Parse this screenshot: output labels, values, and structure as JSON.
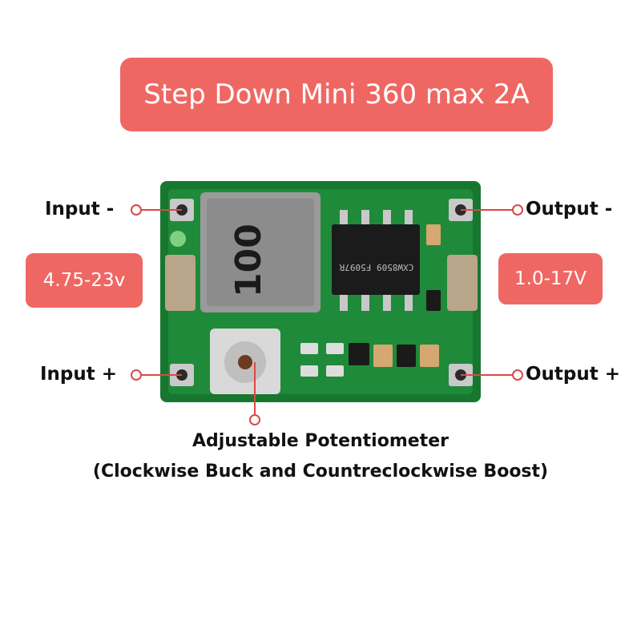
{
  "title": "Step Down Mini 360 max 2A",
  "labels": {
    "input_minus": "Input -",
    "input_plus": "Input +",
    "output_minus": "Output -",
    "output_plus": "Output +"
  },
  "badges": {
    "input_range": "4.75-23v",
    "output_range": "1.0-17V"
  },
  "inductor_marking": "100",
  "chip_marking": "CXW8509 F5097R",
  "potentiometer": {
    "line1": "Adjustable Potentiometer",
    "line2": "(Clockwise Buck and Countreclockwise Boost)"
  },
  "colors": {
    "accent": "#ef6763",
    "pcb": "#1f8a3a",
    "callout": "#d94a47"
  }
}
